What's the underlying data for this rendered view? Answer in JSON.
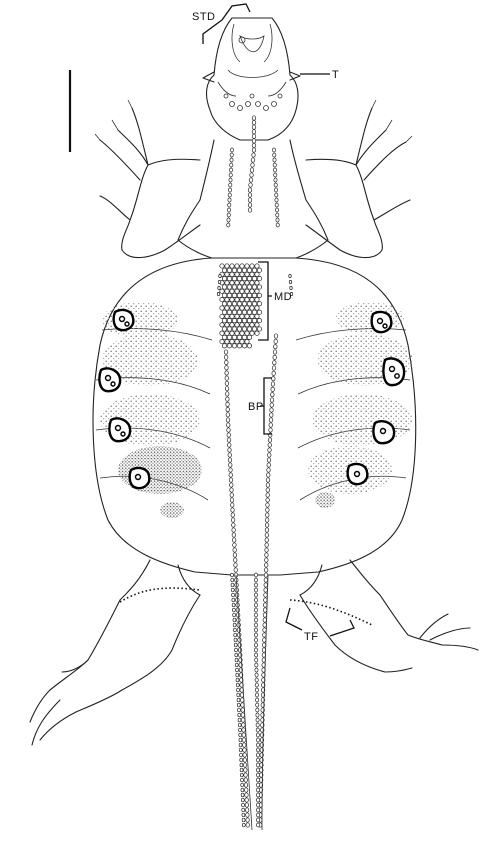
{
  "figure": {
    "labels": {
      "std": "STD",
      "t": "T",
      "md": "MD",
      "bp": "BP",
      "tf": "TF"
    },
    "colors": {
      "ink": "#222222",
      "stipple": "#8a8a8a",
      "background": "#ffffff"
    }
  }
}
